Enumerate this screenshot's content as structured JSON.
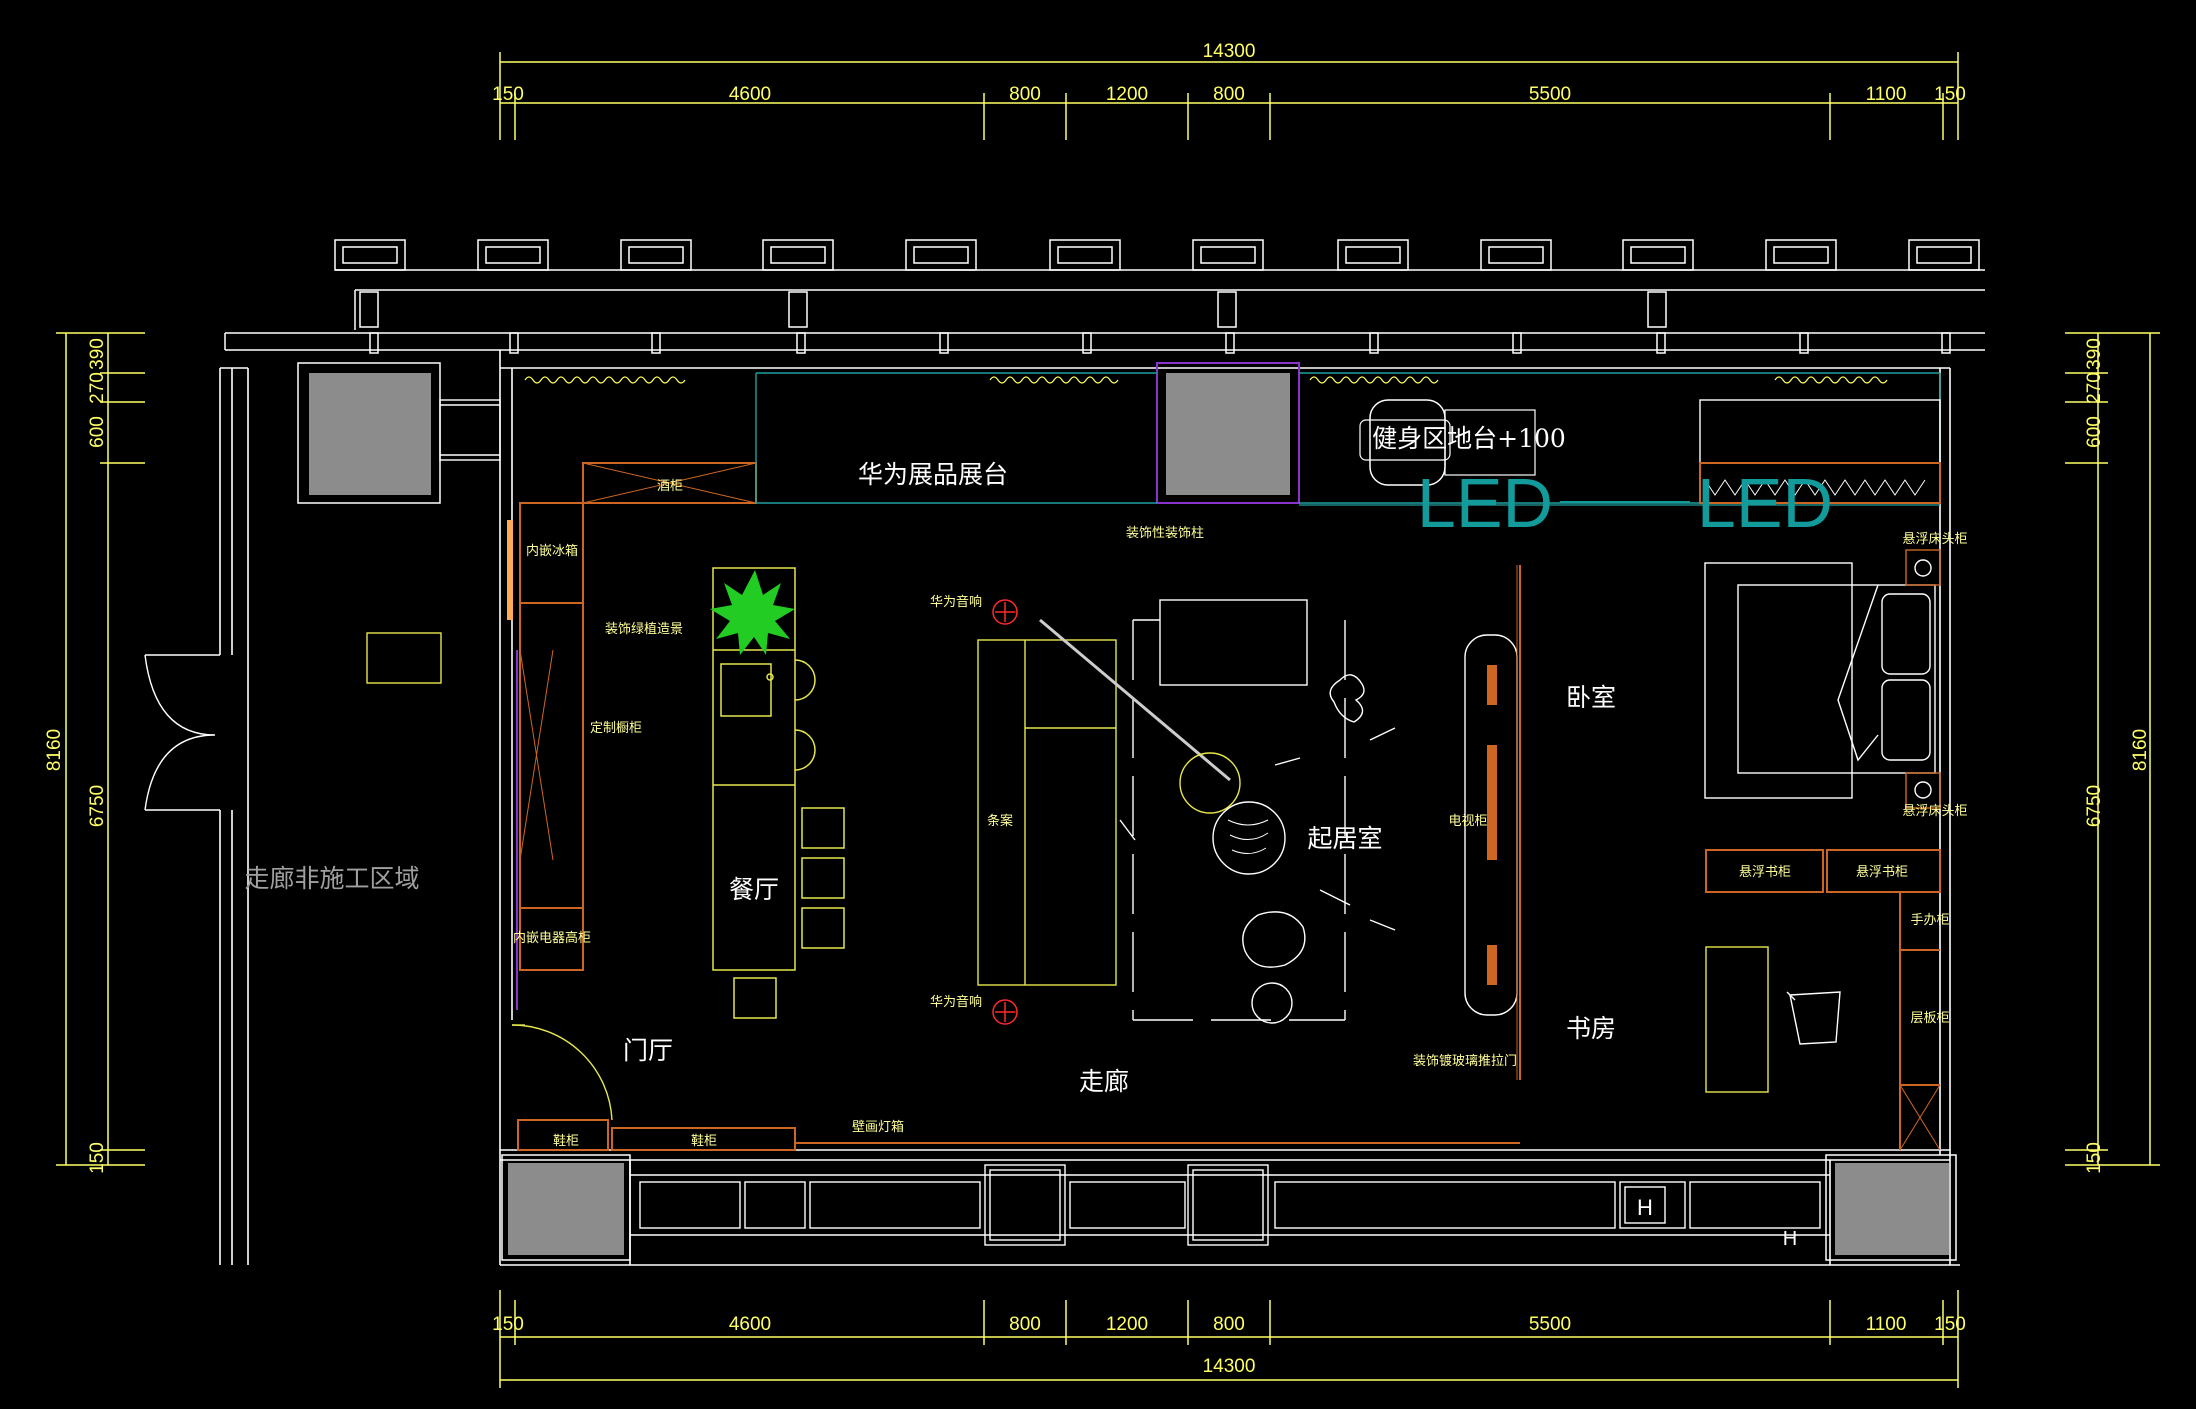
{
  "colors": {
    "background": "#000000",
    "wall": "#ffffff",
    "dimension": "#ffff66",
    "furniture_yellow": "#e6e64d",
    "cabinet_orange": "#cc6622",
    "column_fill": "#8c8c8c",
    "led_teal": "#139a9a",
    "speaker_red": "#ff2a2a",
    "plant_green": "#22cc22"
  },
  "dimensions": {
    "overall_top": "14300",
    "overall_bottom": "14300",
    "top_segments": [
      "150",
      "4600",
      "800",
      "1200",
      "800",
      "5500",
      "1100",
      "150"
    ],
    "bottom_segments": [
      "150",
      "4600",
      "800",
      "1200",
      "800",
      "5500",
      "1100",
      "150"
    ],
    "left_overall": "8160",
    "left_segments": [
      "390",
      "270",
      "600",
      "6750",
      "150"
    ],
    "right_overall": "8160",
    "right_segments": [
      "390",
      "270",
      "600",
      "6750",
      "150"
    ]
  },
  "rooms": {
    "corridor_outside": "走廊非施工区域",
    "entry": "门厅",
    "dining": "餐厅",
    "living": "起居室",
    "bedroom": "卧室",
    "study": "书房",
    "corridor": "走廊",
    "display": "华为展品展台",
    "gym": "健身区地台+100"
  },
  "led_labels": [
    "LED",
    "LED"
  ],
  "annotations": {
    "fridge_cabinet": "内嵌冰箱",
    "custom_cabinet": "定制橱柜",
    "appliance_cabinet": "内嵌电器高柜",
    "shoe_cabinet": "鞋柜",
    "shoe_cabinet2": "鞋柜",
    "cabinet_top": "酒柜",
    "decor_platform": "装饰绿植造景",
    "speaker_top": "华为音响",
    "speaker_bottom": "华为音响",
    "long_table": "条案",
    "tv_cabinet": "电视柜",
    "column_decor": "装饰性装饰柱",
    "glass_door": "装饰镀玻璃推拉门",
    "floating_cabinet_1": "悬浮书柜",
    "floating_cabinet_2": "悬浮书柜",
    "nightstand_top": "悬浮床头柜",
    "nightstand_bottom": "悬浮床头柜",
    "wardrobe_hand": "手办柜",
    "wardrobe_shelf": "层板柜",
    "wall_light": "壁画灯箱"
  }
}
